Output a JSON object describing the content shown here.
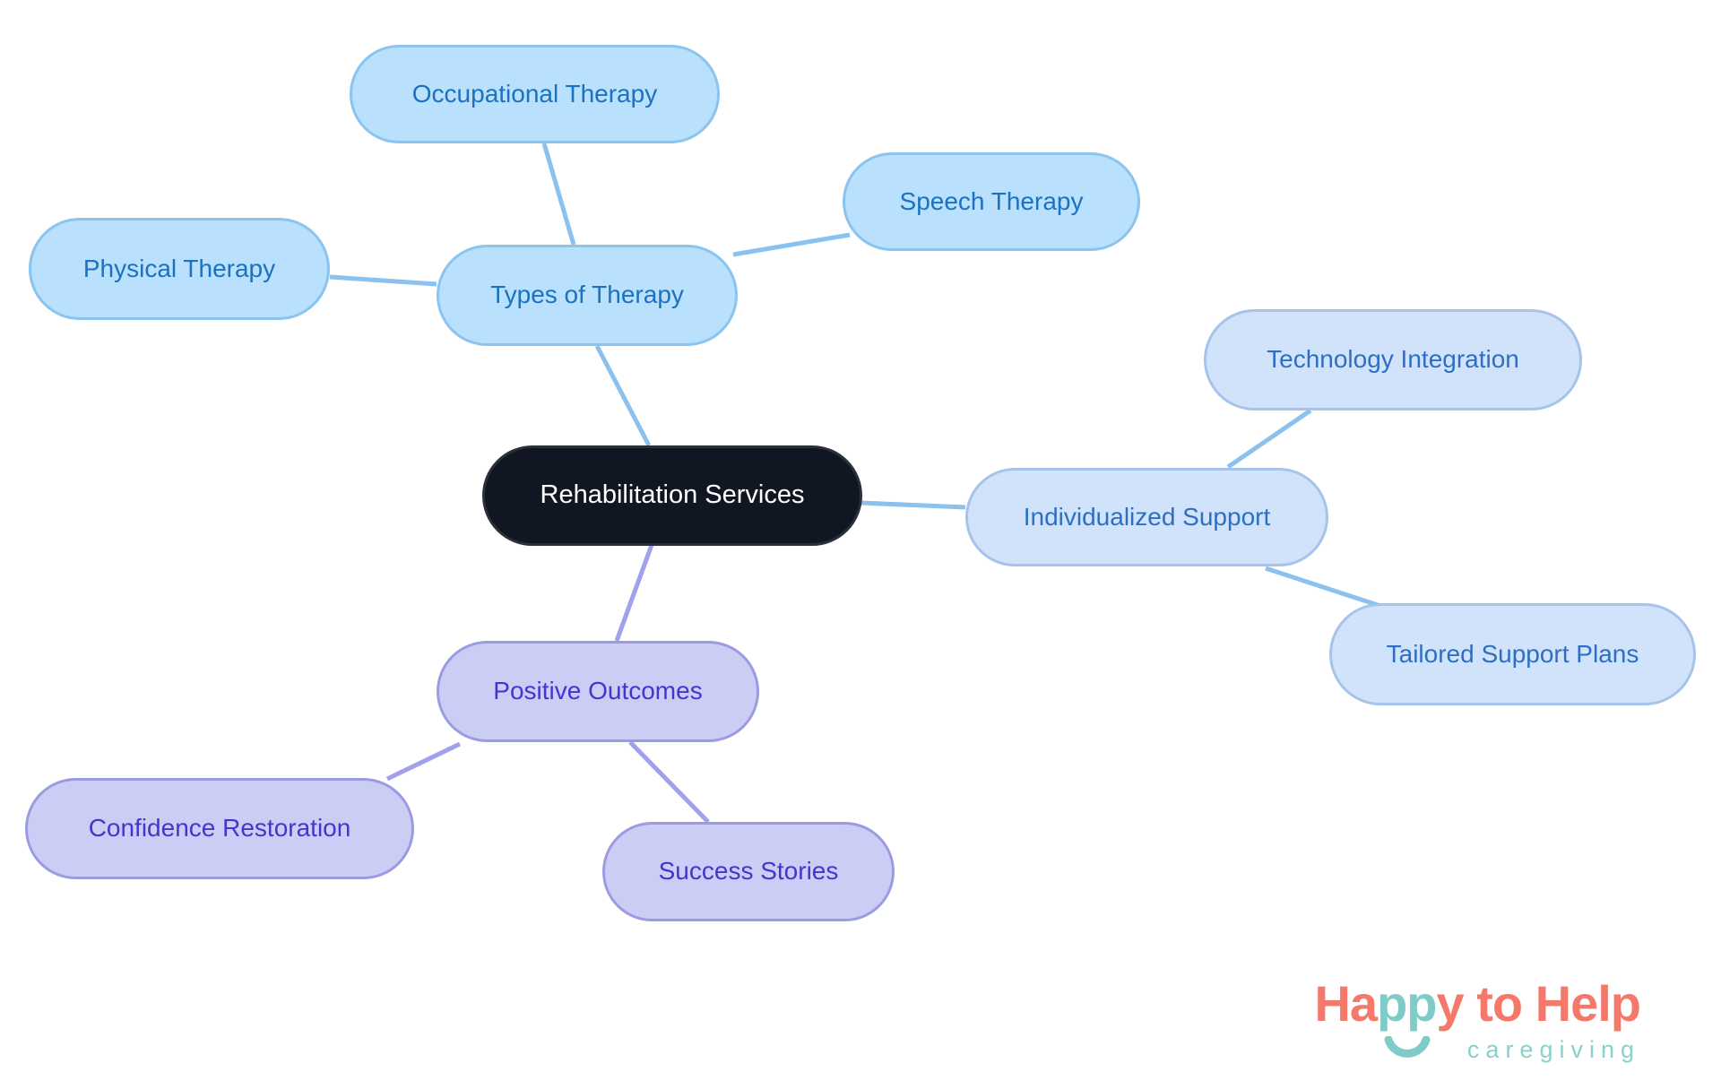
{
  "diagram": {
    "type": "mindmap",
    "root": "Rehabilitation Services",
    "branches": [
      {
        "label": "Types of Therapy",
        "children": [
          "Occupational Therapy",
          "Speech Therapy",
          "Physical Therapy"
        ]
      },
      {
        "label": "Individualized Support",
        "children": [
          "Technology Integration",
          "Tailored Support Plans"
        ]
      },
      {
        "label": "Positive Outcomes",
        "children": [
          "Confidence Restoration",
          "Success Stories"
        ]
      }
    ]
  },
  "nodes": {
    "root": "Rehabilitation Services",
    "types_of_therapy": "Types of Therapy",
    "occupational_therapy": "Occupational Therapy",
    "speech_therapy": "Speech Therapy",
    "physical_therapy": "Physical Therapy",
    "individualized_support": "Individualized Support",
    "technology_integration": "Technology Integration",
    "tailored_support_plans": "Tailored Support Plans",
    "positive_outcomes": "Positive Outcomes",
    "confidence_restoration": "Confidence Restoration",
    "success_stories": "Success Stories"
  },
  "logo": {
    "word_part1": "Ha",
    "word_part2": "pp",
    "word_part3": "y",
    "word_part4": " to ",
    "word_part5": "Help",
    "tagline": "caregiving"
  },
  "colors": {
    "root_fill": "#111623",
    "root_text": "#ffffff",
    "therapy_fill": "#b9e0fc",
    "therapy_border": "#8ac4ef",
    "therapy_text": "#1b72c0",
    "support_fill": "#d1e3fa",
    "support_border": "#a6c3ec",
    "support_text": "#2e6ec5",
    "outcomes_fill": "#cccdf5",
    "outcomes_border": "#9b9be2",
    "outcomes_text": "#4435cf",
    "edge_blue": "#8bc1ee",
    "edge_purple": "#a0a0ec",
    "logo_coral": "#f4796b",
    "logo_teal": "#7ecbc8"
  }
}
